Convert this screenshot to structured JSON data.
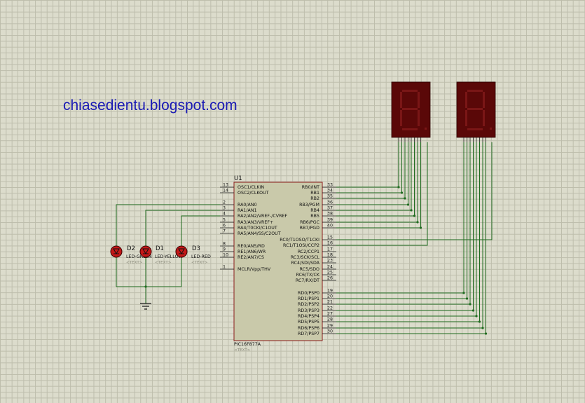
{
  "watermark": "chiasedientu.blogspot.com",
  "mcu": {
    "ref": "U1",
    "part": "PIC16F877A",
    "text_placeholder": "<TEXT>",
    "left_pins": [
      {
        "num": "13",
        "name": "OSC1/CLKIN"
      },
      {
        "num": "14",
        "name": "OSC2/CLKOUT"
      },
      {
        "num": "2",
        "name": "RA0/AN0"
      },
      {
        "num": "3",
        "name": "RA1/AN1"
      },
      {
        "num": "4",
        "name": "RA2/AN2/VREF-/CVREF"
      },
      {
        "num": "5",
        "name": "RA3/AN3/VREF+"
      },
      {
        "num": "6",
        "name": "RA4/T0CKI/C1OUT"
      },
      {
        "num": "7",
        "name": "RA5/AN4/SS/C2OUT"
      },
      {
        "num": "8",
        "name": "RE0/AN5/RD"
      },
      {
        "num": "9",
        "name": "RE1/AN6/WR"
      },
      {
        "num": "10",
        "name": "RE2/AN7/CS"
      },
      {
        "num": "1",
        "name": "MCLR/Vpp/THV"
      }
    ],
    "right_pins": [
      {
        "num": "33",
        "name": "RB0/INT"
      },
      {
        "num": "34",
        "name": "RB1"
      },
      {
        "num": "35",
        "name": "RB2"
      },
      {
        "num": "36",
        "name": "RB3/PGM"
      },
      {
        "num": "37",
        "name": "RB4"
      },
      {
        "num": "38",
        "name": "RB5"
      },
      {
        "num": "39",
        "name": "RB6/PGC"
      },
      {
        "num": "40",
        "name": "RB7/PGD"
      },
      {
        "num": "15",
        "name": "RC0/T1OSO/T1CKI"
      },
      {
        "num": "16",
        "name": "RC1/T1OSI/CCP2"
      },
      {
        "num": "17",
        "name": "RC2/CCP1"
      },
      {
        "num": "18",
        "name": "RC3/SCK/SCL"
      },
      {
        "num": "23",
        "name": "RC4/SDI/SDA"
      },
      {
        "num": "24",
        "name": "RC5/SDO"
      },
      {
        "num": "25",
        "name": "RC6/TX/CK"
      },
      {
        "num": "26",
        "name": "RC7/RX/DT"
      },
      {
        "num": "19",
        "name": "RD0/PSP0"
      },
      {
        "num": "20",
        "name": "RD1/PSP1"
      },
      {
        "num": "21",
        "name": "RD2/PSP2"
      },
      {
        "num": "22",
        "name": "RD3/PSP3"
      },
      {
        "num": "27",
        "name": "RD4/PSP4"
      },
      {
        "num": "28",
        "name": "RD5/PSP5"
      },
      {
        "num": "29",
        "name": "RD6/PSP6"
      },
      {
        "num": "30",
        "name": "RD7/PSP7"
      }
    ]
  },
  "leds": [
    {
      "ref": "D2",
      "type": "LED-GREEN",
      "text": "<TEXT>"
    },
    {
      "ref": "D1",
      "type": "LED-YELLOW",
      "text": "<TEXT>"
    },
    {
      "ref": "D3",
      "type": "LED-RED",
      "text": "<TEXT>"
    }
  ],
  "displays": [
    {
      "name": "seven-segment-display-1"
    },
    {
      "name": "seven-segment-display-2"
    }
  ],
  "colors": {
    "wire": "#1f6b1f",
    "chip_fill": "#c9c9aa",
    "chip_border": "#8b1a1a",
    "display_body": "#5a0808",
    "segment_off": "#7a1616",
    "led_fill": "#c41818",
    "watermark": "#1a1ab4"
  }
}
